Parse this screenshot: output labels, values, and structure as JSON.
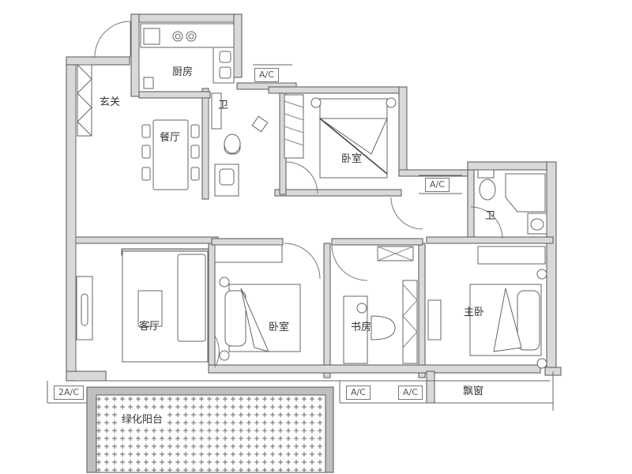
{
  "rooms": {
    "entrance": "玄关",
    "kitchen": "厨房",
    "bath_small": "卫",
    "dining": "餐厅",
    "bedroom_top": "卧室",
    "bath_master": "卫",
    "living": "客厅",
    "bedroom_mid": "卧室",
    "study": "书房",
    "master": "主卧",
    "bay_window": "飘窗",
    "green_balcony": "绿化阳台"
  },
  "ac_labels": {
    "kitchen": "A/C",
    "bedroom_top": "A/C",
    "living": "2A/C",
    "study": "A/C",
    "master": "A/C"
  },
  "colors": {
    "wall": "#d9d9d9",
    "wall_stroke": "#555555",
    "line": "#666666",
    "balcony_fill": "#bfbfbf"
  }
}
